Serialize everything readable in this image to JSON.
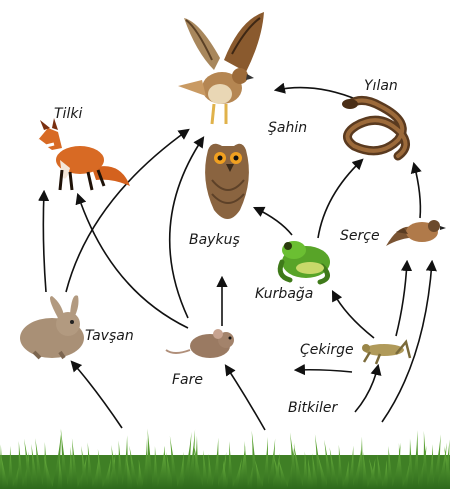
{
  "labels": {
    "sahin": "Şahin",
    "yilan": "Yılan",
    "tilki": "Tilki",
    "baykus": "Baykuş",
    "serce": "Serçe",
    "kurbaga": "Kurbağa",
    "tavsan": "Tavşan",
    "fare": "Fare",
    "cekirge": "Çekirge",
    "bitkiler": "Bitkiler"
  },
  "colors": {
    "arrow": "#111111",
    "grass_dark": "#2f6b1e",
    "grass_light": "#5fa83a"
  }
}
